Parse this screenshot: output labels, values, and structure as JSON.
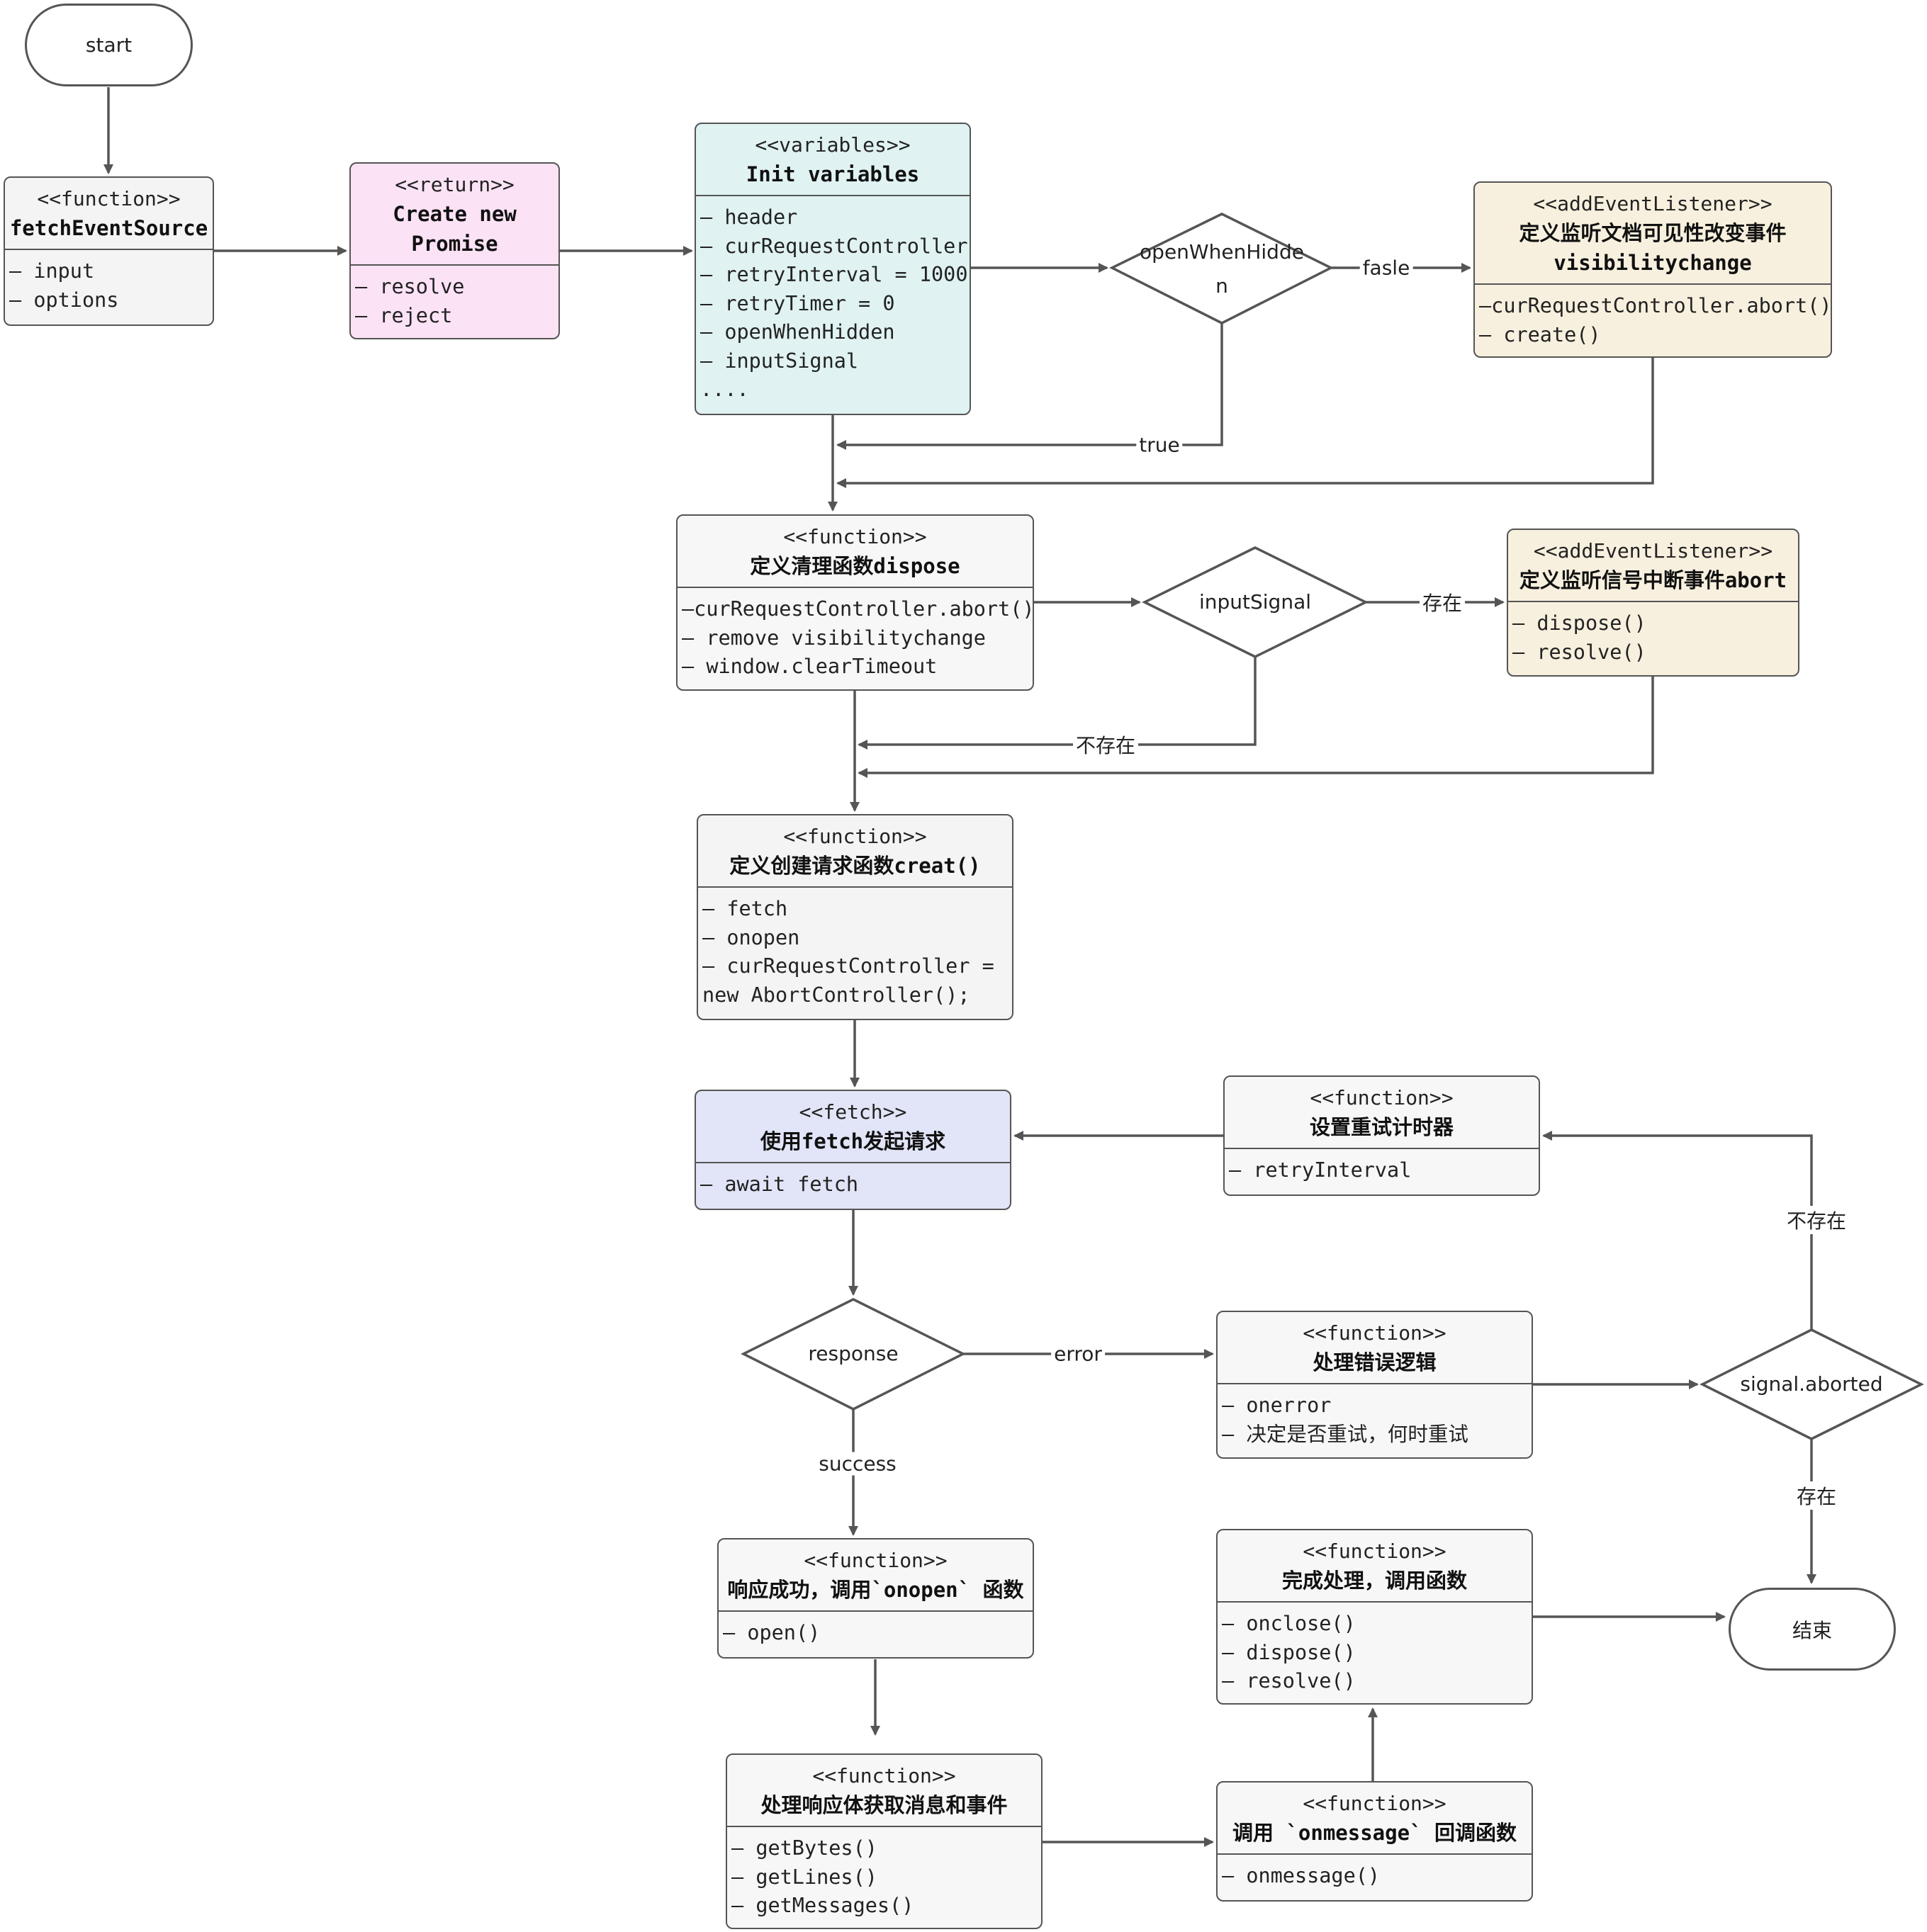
{
  "terminals": {
    "start": "start",
    "end": "结束"
  },
  "nodes": {
    "fetchEventSource": {
      "stereotype": "<<function>>",
      "title": "fetchEventSource",
      "items": [
        "– input",
        "– options"
      ]
    },
    "promise": {
      "stereotype": "<<return>>",
      "title_lines": [
        "Create new",
        "Promise"
      ],
      "items": [
        "– resolve",
        "– reject"
      ]
    },
    "variables": {
      "stereotype": "<<variables>>",
      "title": "Init variables",
      "items": [
        "– header",
        "– curRequestController",
        "– retryInterval = 1000",
        "– retryTimer = 0",
        "– openWhenHidden",
        "– inputSignal",
        "...."
      ]
    },
    "visibility": {
      "stereotype": "<<addEventListener>>",
      "title_lines": [
        "定义监听文档可见性改变事件",
        "visibilitychange"
      ],
      "items": [
        "–curRequestController.abort()",
        "– create()"
      ]
    },
    "dispose": {
      "stereotype": "<<function>>",
      "title": "定义清理函数dispose",
      "items": [
        "–curRequestController.abort()",
        "– remove visibilitychange",
        "– window.clearTimeout"
      ]
    },
    "abortListener": {
      "stereotype": "<<addEventListener>>",
      "title": "定义监听信号中断事件abort",
      "items": [
        "– dispose()",
        "– resolve()"
      ]
    },
    "creat": {
      "stereotype": "<<function>>",
      "title": "定义创建请求函数creat()",
      "items": [
        "– fetch",
        "– onopen",
        "– curRequestController =",
        "new AbortController();"
      ]
    },
    "fetch": {
      "stereotype": "<<fetch>>",
      "title": "使用fetch发起请求",
      "items": [
        "– await fetch"
      ]
    },
    "retryTimer": {
      "stereotype": "<<function>>",
      "title": "设置重试计时器",
      "items": [
        "– retryInterval"
      ]
    },
    "onerror": {
      "stereotype": "<<function>>",
      "title": "处理错误逻辑",
      "items": [
        "– onerror",
        "– 决定是否重试，何时重试"
      ]
    },
    "onopen": {
      "stereotype": "<<function>>",
      "title": "响应成功，调用`onopen` 函数",
      "items": [
        "– open()"
      ]
    },
    "finish": {
      "stereotype": "<<function>>",
      "title": "完成处理，调用函数",
      "items": [
        "– onclose()",
        "– dispose()",
        "– resolve()"
      ]
    },
    "body": {
      "stereotype": "<<function>>",
      "title": "处理响应体获取消息和事件",
      "items": [
        "– getBytes()",
        "– getLines()",
        "– getMessages()"
      ]
    },
    "onmessage": {
      "stereotype": "<<function>>",
      "title": "调用 `onmessage` 回调函数",
      "items": [
        "– onmessage()"
      ]
    }
  },
  "decisions": {
    "openWhenHidden": [
      "openWhenHidde",
      "n"
    ],
    "inputSignal": [
      "inputSignal"
    ],
    "response": [
      "response"
    ],
    "signalAborted": [
      "signal.aborted"
    ]
  },
  "edge_labels": {
    "fasle": "fasle",
    "true": "true",
    "exists": "存在",
    "not_exists": "不存在",
    "error": "error",
    "success": "success",
    "not_exists_2": "不存在",
    "exists_2": "存在"
  }
}
